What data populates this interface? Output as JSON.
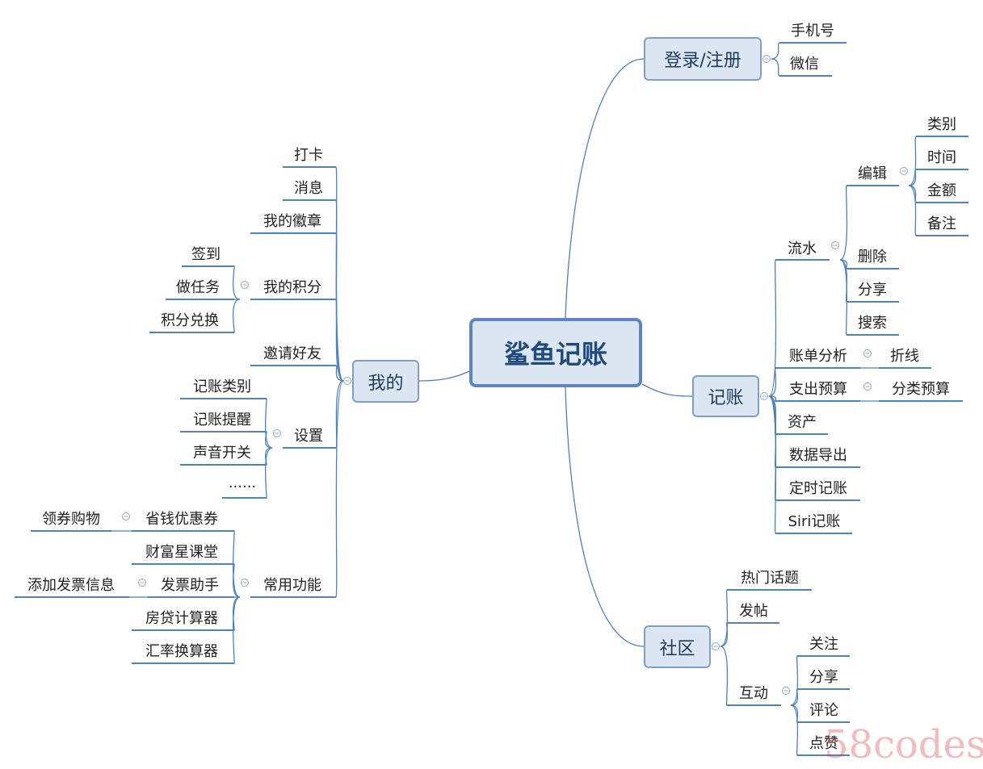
{
  "root": "鲨鱼记账",
  "branches": {
    "login": {
      "label": "登录/注册",
      "items": [
        "手机号",
        "微信"
      ]
    },
    "record": {
      "label": "记账",
      "flow": {
        "label": "流水",
        "edit": {
          "label": "编辑",
          "items": [
            "类别",
            "时间",
            "金额",
            "备注"
          ]
        },
        "items": [
          "删除",
          "分享",
          "搜索"
        ]
      },
      "bill_analysis": {
        "label": "账单分析",
        "child": "折线"
      },
      "budget": {
        "label": "支出预算",
        "child": "分类预算"
      },
      "items": [
        "资产",
        "数据导出",
        "定时记账",
        "Siri记账"
      ]
    },
    "community": {
      "label": "社区",
      "items": [
        "热门话题",
        "发帖"
      ],
      "interact": {
        "label": "互动",
        "items": [
          "关注",
          "分享",
          "评论",
          "点赞"
        ]
      }
    },
    "mine": {
      "label": "我的",
      "items": [
        "打卡",
        "消息",
        "我的徽章"
      ],
      "points": {
        "label": "我的积分",
        "items": [
          "签到",
          "做任务",
          "积分兑换"
        ]
      },
      "invite": "邀请好友",
      "settings": {
        "label": "设置",
        "items": [
          "记账类别",
          "记账提醒",
          "声音开关",
          "......"
        ]
      },
      "common": {
        "label": "常用功能",
        "coupon": {
          "label": "省钱优惠券",
          "child": "领券购物"
        },
        "course": "财富星课堂",
        "invoice": {
          "label": "发票助手",
          "child": "添加发票信息"
        },
        "items": [
          "房贷计算器",
          "汇率换算器"
        ]
      }
    }
  },
  "watermark": "58codes",
  "colors": {
    "line": "#4f81bd",
    "box_fill": "#dce6f2",
    "box_border": "#7f9fc6",
    "root_border": "#5b86c0"
  }
}
